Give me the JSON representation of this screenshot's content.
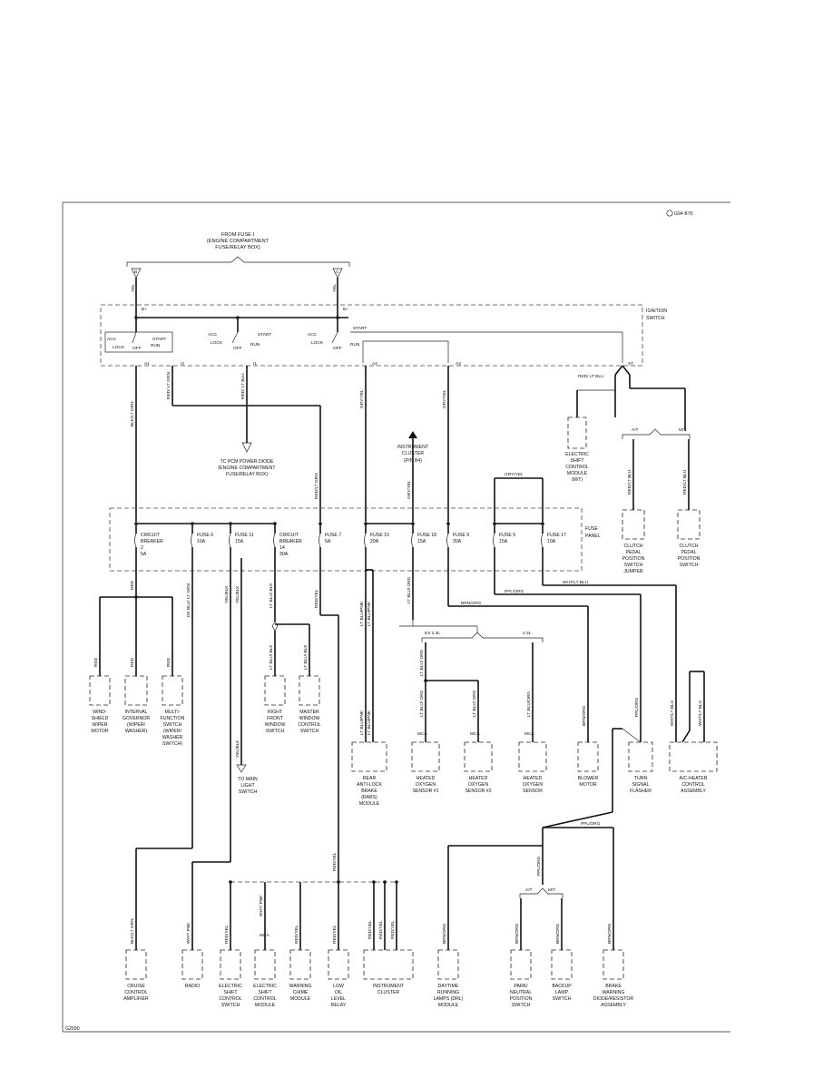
{
  "page": {
    "id_code": "G94 B70",
    "figure_number": "G2590"
  },
  "feed": {
    "title": [
      "FROM FUSE I",
      "(ENGINE COMPARTMENT",
      "FUSE/RELAY BOX)"
    ],
    "connector_b": "B",
    "connector_c": "C",
    "wire_left": "YEL",
    "wire_right": "YEL"
  },
  "ignition": {
    "title": [
      "IGNITION",
      "SWITCH"
    ],
    "bplus": "B+",
    "groups": [
      {
        "acc": "ACC",
        "lock": "LOCK",
        "off": "OFF",
        "start": "START",
        "run": "RUN"
      },
      {
        "acc": "ACC",
        "lock": "LOCK",
        "off": "OFF",
        "start": "START",
        "run": "RUN"
      },
      {
        "acc": "ACC",
        "lock": "LOCK",
        "off": "OFF",
        "start": "START",
        "run": "RUN"
      }
    ],
    "terminals": [
      "A1",
      "I2",
      "I1",
      "A2",
      "A3",
      "ST"
    ]
  },
  "wires": {
    "blk_grn": "BLK/LT GRN",
    "red_lt_grn_short": "RED/ LT GRN",
    "red_lt_blu": "RED/ LT BLU",
    "red_lt_blu_right": "RED/ LT BLU",
    "gry_yel": "GRY/YEL",
    "gry_yel_2": "GRY/YEL",
    "gry_yel_3": "GRY/YEL",
    "red_lt_grn": "RED/LT GRN",
    "red_lt_blu_jumper": "RED/LT BLU",
    "red_lt_blu_switch": "RED/LT BLU",
    "red": "RED",
    "dk_blu_lt_grn": "DK BLU/ LT GRN",
    "yel_blk": "YEL/BLK",
    "lt_blu_blk": "LT BLU/ BLK",
    "red_yel": "RED/YEL",
    "lt_blu_pnk": "LT BLU/PNK",
    "lt_blu_org": "LT BLU/ ORG",
    "brn_org": "BRN/ORG",
    "ppl_org": "PPL/ORG",
    "wht_lt_blu": "WHT/LT BLU",
    "wht_pnk": "WHT/ PNK",
    "lt_blu_org_single": "LT BLU/ORG"
  },
  "labels": {
    "tc_diode": [
      "TC PCM POWER DIODE",
      "(ENGINE COMPARTMENT",
      "FUSE/RELAY BOX)"
    ],
    "instrument_cluster_top": [
      "INSTRUMENT",
      "CLUSTER",
      "(PIN B4)"
    ],
    "electric_shift_control_module": [
      "ELECTRIC",
      "SHIFT",
      "CONTROL",
      "MODULE",
      "(M/T)"
    ],
    "at": "A/T",
    "mt": "M/T",
    "clutch_jumper": [
      "CLUTCH",
      "PEDAL",
      "POSITION",
      "SWITCH",
      "JUMPER"
    ],
    "clutch_switch": [
      "CLUTCH",
      "PEDAL",
      "POSITION",
      "SWITCH"
    ],
    "fuse_panel": [
      "FUSE",
      "PANEL"
    ],
    "ex23": "EX 2.3L",
    "l23": "2.3L",
    "to_main_light": [
      "TO MAIN",
      "LIGHT",
      "SWITCH"
    ],
    "mca": "MCA"
  },
  "fuses": [
    {
      "name": "CIRCUIT BREAKER 2",
      "rating": "5A"
    },
    {
      "name": "FUSE 6",
      "rating": "10A"
    },
    {
      "name": "FUSE 11",
      "rating": "15A"
    },
    {
      "name": "CIRCUIT BREAKER 14",
      "rating": "30A"
    },
    {
      "name": "FUSE 7",
      "rating": "5A"
    },
    {
      "name": "FUSE 15",
      "rating": "20A"
    },
    {
      "name": "FUSE 18",
      "rating": "15A"
    },
    {
      "name": "FUSE 9",
      "rating": "30A"
    },
    {
      "name": "FUSE 5",
      "rating": "15A"
    },
    {
      "name": "FUSE 17",
      "rating": "10A"
    }
  ],
  "components_mid": [
    [
      "WIND-",
      "SHIELD",
      "WIPER",
      "MOTOR"
    ],
    [
      "INTERVAL",
      "GOVERNOR",
      "(WIPER/",
      "WASHER)"
    ],
    [
      "MULTI-",
      "FUNCTION",
      "SWITCH",
      "(WIPER/",
      "WASHER",
      "SWITCH)"
    ],
    [
      "RIGHT",
      "FRONT",
      "WINDOW",
      "SWITCH"
    ],
    [
      "MASTER",
      "WINDOW",
      "CONTROL",
      "SWITCH"
    ],
    [
      "REAR",
      "ANTI-LOCK",
      "BRAKE",
      "(RABS)",
      "MODULE"
    ],
    [
      "HEATED",
      "OXYGEN",
      "SENSOR #1"
    ],
    [
      "HEATED",
      "OXYGEN",
      "SENSOR #2"
    ],
    [
      "HEATED",
      "OXYGEN",
      "SENSOR"
    ],
    [
      "BLOWER",
      "MOTOR"
    ],
    [
      "TURN",
      "SIGNAL",
      "FLASHER"
    ],
    [
      "A/C-HEATER",
      "CONTROL",
      "ASSEMBLY"
    ]
  ],
  "components_bottom": [
    [
      "CRUISE",
      "CONTROL",
      "AMPLIFIER"
    ],
    [
      "RADIO"
    ],
    [
      "ELECTRIC",
      "SHIFT",
      "CONTROL",
      "SWITCH"
    ],
    [
      "ELECTRIC",
      "SHIFT",
      "CONTROL",
      "MODULE"
    ],
    [
      "WARNING",
      "CHIME",
      "MODULE"
    ],
    [
      "LOW",
      "OIL",
      "LEVEL",
      "RELAY"
    ],
    [
      "INSTRUMENT",
      "CLUSTER"
    ],
    [
      "DAYTIME",
      "RUNNING",
      "LAMPS (DRL)",
      "MODULE"
    ],
    [
      "PARK/",
      "NEUTRAL",
      "POSITION",
      "SWITCH"
    ],
    [
      "BACKUP",
      "LAMP",
      "SWITCH"
    ],
    [
      "BRAKE",
      "WARNING",
      "DIODE/RESISTOR",
      "ASSEMBLY"
    ]
  ]
}
